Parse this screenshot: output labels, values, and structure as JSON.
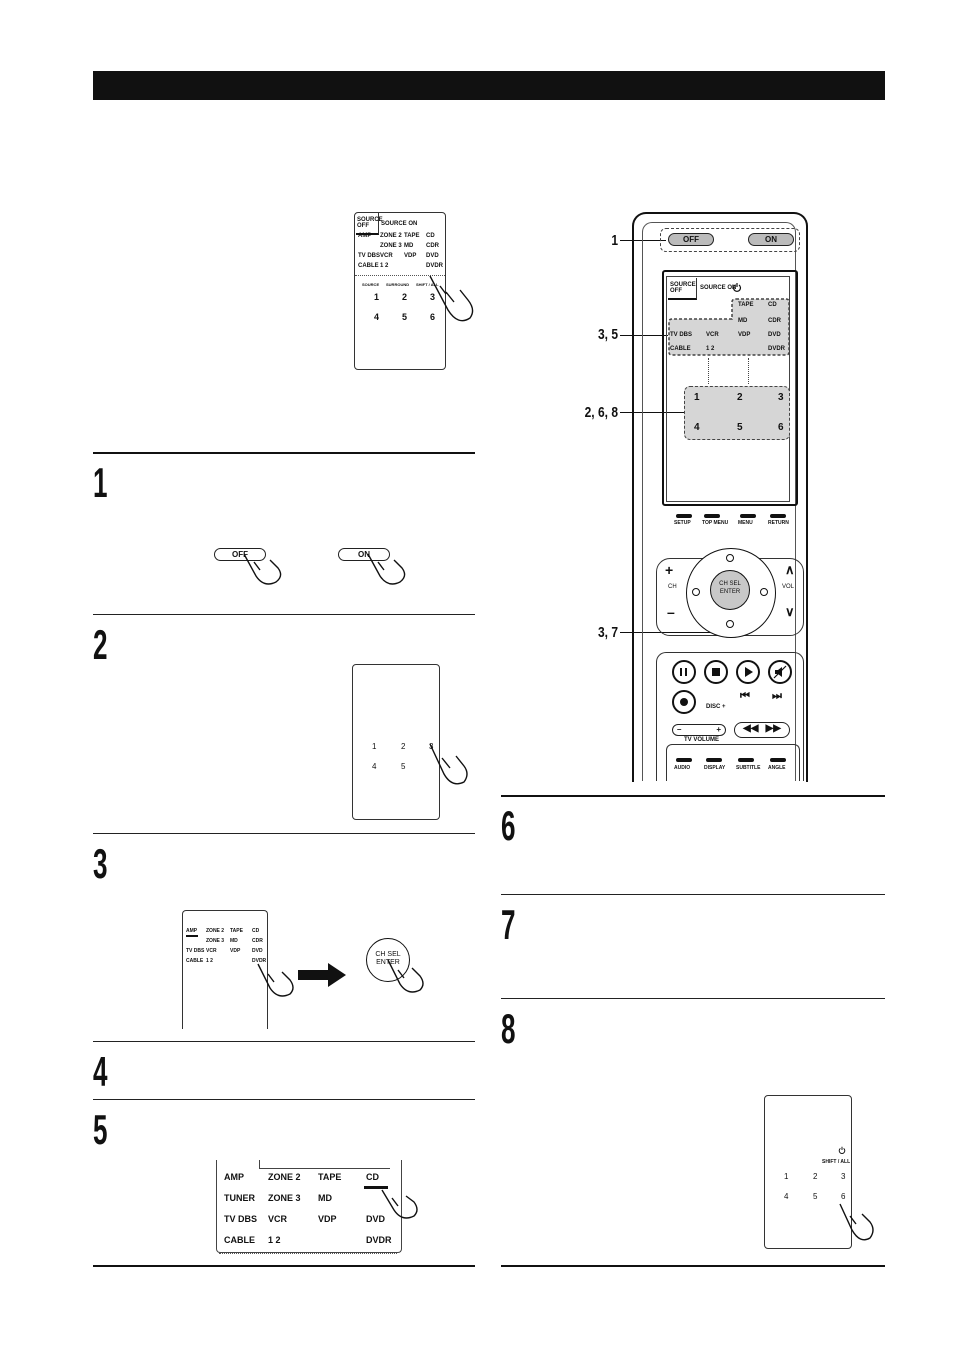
{
  "steps": {
    "s1": "1",
    "s2": "2",
    "s3": "3",
    "s4": "4",
    "s5": "5",
    "s6": "6",
    "s7": "7",
    "s8": "8"
  },
  "illus_top": {
    "tab_left": "SOURCE OFF",
    "tab_right": "SOURCE ON",
    "rows": [
      [
        "AMP",
        "ZONE 2",
        "TAPE",
        "CD"
      ],
      [
        "",
        "ZONE 3",
        "MD",
        "CDR"
      ],
      [
        "TV DBS",
        "VCR",
        "VDP",
        "DVD"
      ],
      [
        "CABLE",
        "1 2",
        "",
        "DVDR"
      ]
    ],
    "sub_labels": [
      "SOURCE",
      "SURROUND",
      "SHIFT / ALL"
    ],
    "nums": [
      "1",
      "2",
      "3",
      "4",
      "5",
      "6"
    ]
  },
  "step1": {
    "off": "OFF",
    "on": "ON"
  },
  "step2": {
    "nums": [
      "1",
      "2",
      "3",
      "4",
      "5"
    ]
  },
  "step3": {
    "rows": [
      [
        "AMP",
        "ZONE 2",
        "TAPE",
        "CD"
      ],
      [
        "",
        "ZONE 3",
        "MD",
        "CDR"
      ],
      [
        "TV DBS",
        "VCR",
        "VDP",
        "DVD"
      ],
      [
        "CABLE",
        "1 2",
        "",
        "DVDR"
      ]
    ],
    "enter_line1": "CH SEL",
    "enter_line2": "ENTER"
  },
  "step5": {
    "rows": [
      [
        "AMP",
        "ZONE 2",
        "TAPE",
        "CD"
      ],
      [
        "TUNER",
        "ZONE 3",
        "MD",
        ""
      ],
      [
        "TV DBS",
        "VCR",
        "VDP",
        "DVD"
      ],
      [
        "CABLE",
        "1 2",
        "",
        "DVDR"
      ]
    ]
  },
  "step8": {
    "label": "SHIFT / ALL",
    "nums": [
      "1",
      "2",
      "3",
      "4",
      "5",
      "6"
    ]
  },
  "remote": {
    "callouts": {
      "c1": "1",
      "c35": "3, 5",
      "c268": "2, 6, 8",
      "c37": "3, 7"
    },
    "off": "OFF",
    "on": "ON",
    "tab_left": "SOURCE OFF",
    "tab_right": "SOURCE ON",
    "rows": [
      [
        "",
        "",
        "TAPE",
        "CD"
      ],
      [
        "",
        "",
        "MD",
        "CDR"
      ],
      [
        "TV DBS",
        "VCR",
        "VDP",
        "DVD"
      ],
      [
        "CABLE",
        "1 2",
        "",
        "DVDR"
      ]
    ],
    "nums": [
      "1",
      "2",
      "3",
      "4",
      "5",
      "6"
    ],
    "soft_keys": [
      "SETUP",
      "TOP MENU",
      "MENU",
      "RETURN"
    ],
    "ch_label": "CH",
    "vol_label": "VOL",
    "enter_line1": "CH SEL",
    "enter_line2": "ENTER",
    "disc": "DISC +",
    "tv_volume": "TV VOLUME",
    "bottom_keys": [
      "AUDIO",
      "DISPLAY",
      "SUBTITLE",
      "ANGLE"
    ]
  }
}
